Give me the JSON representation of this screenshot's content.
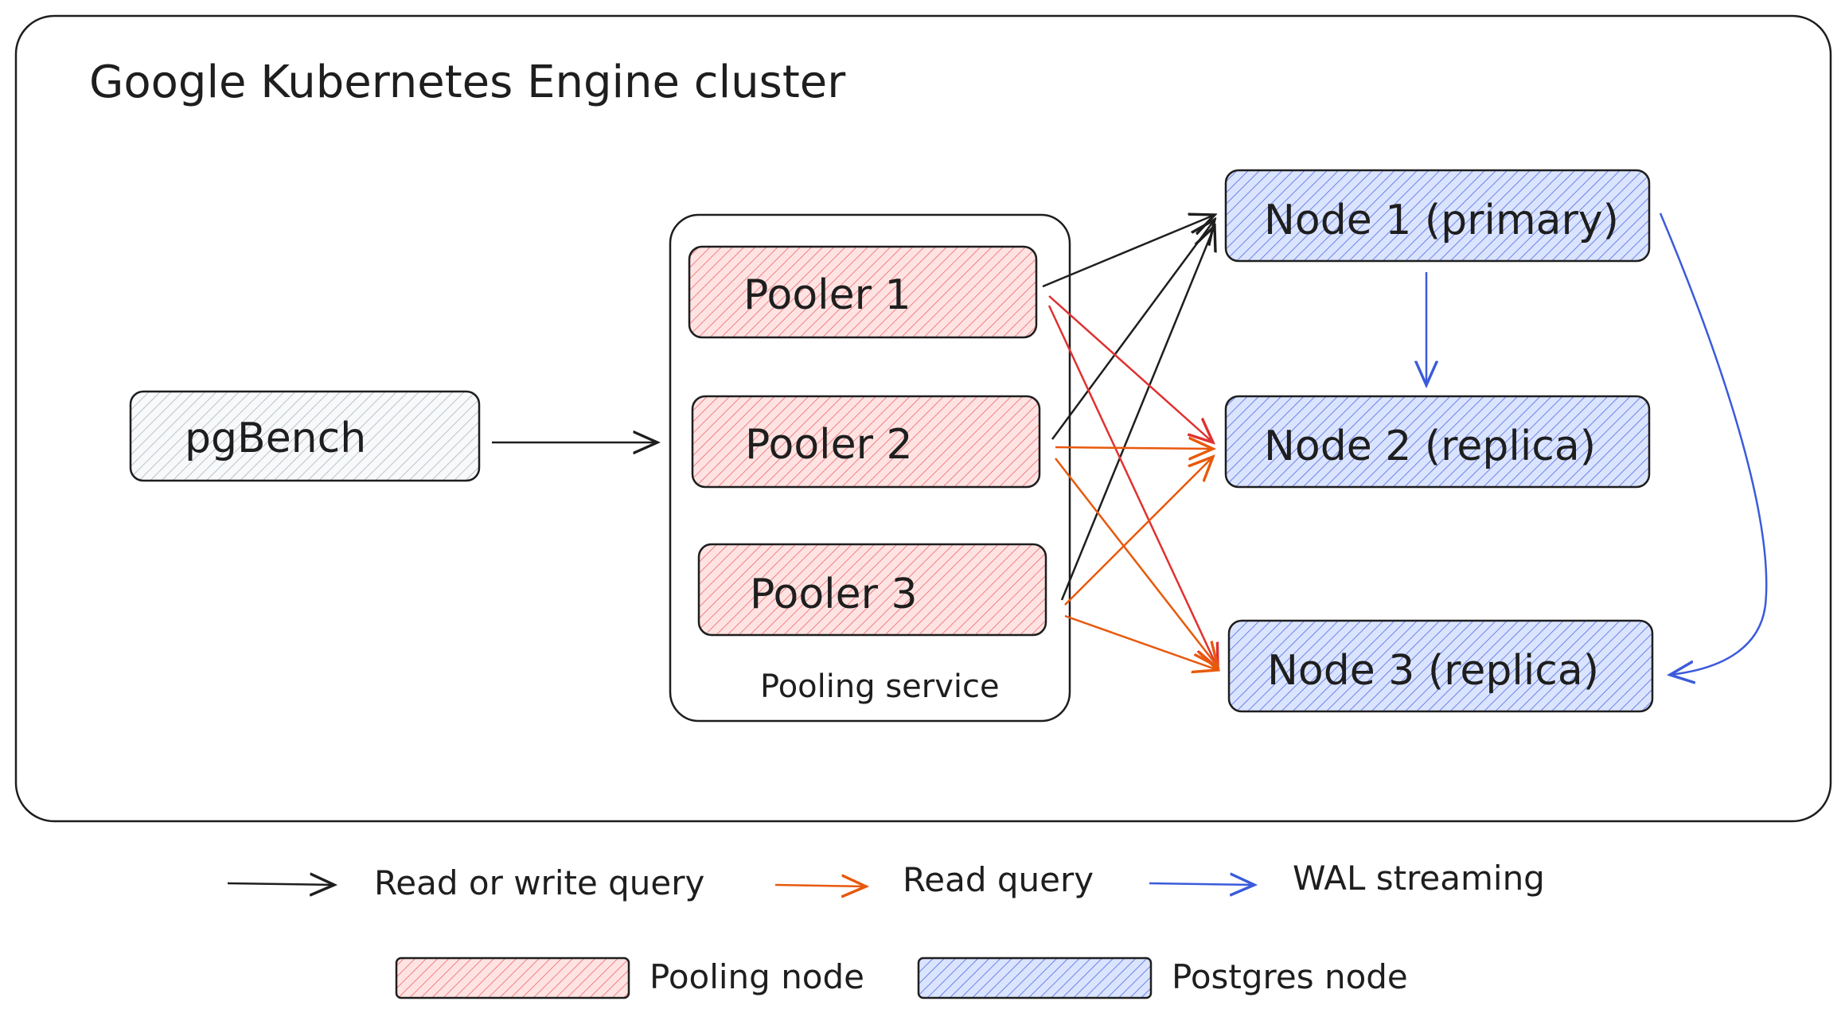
{
  "title": "Google Kubernetes Engine cluster",
  "nodes": {
    "pgbench": "pgBench",
    "pooler1": "Pooler 1",
    "pooler2": "Pooler 2",
    "pooler3": "Pooler 3",
    "pooling_service": "Pooling service",
    "node1": "Node 1 (primary)",
    "node2": "Node 2 (replica)",
    "node3": "Node 3 (replica)"
  },
  "legend": {
    "read_write": "Read or write query",
    "read": "Read query",
    "wal": "WAL streaming",
    "pooling_node": "Pooling node",
    "postgres_node": "Postgres node"
  },
  "colors": {
    "ink": "#1e1e1e",
    "pooler_fill": "#ffc9c9",
    "pooler_hatch": "#e03131",
    "postgres_fill": "#d0dcff",
    "postgres_hatch": "#3b5bdb",
    "pgbench_hatch": "#adb5bd",
    "read_write_arrow": "#1e1e1e",
    "read_arrow": "#e8590c",
    "pooler_red_arrow": "#e03131",
    "wal_arrow": "#3b5bdb"
  }
}
